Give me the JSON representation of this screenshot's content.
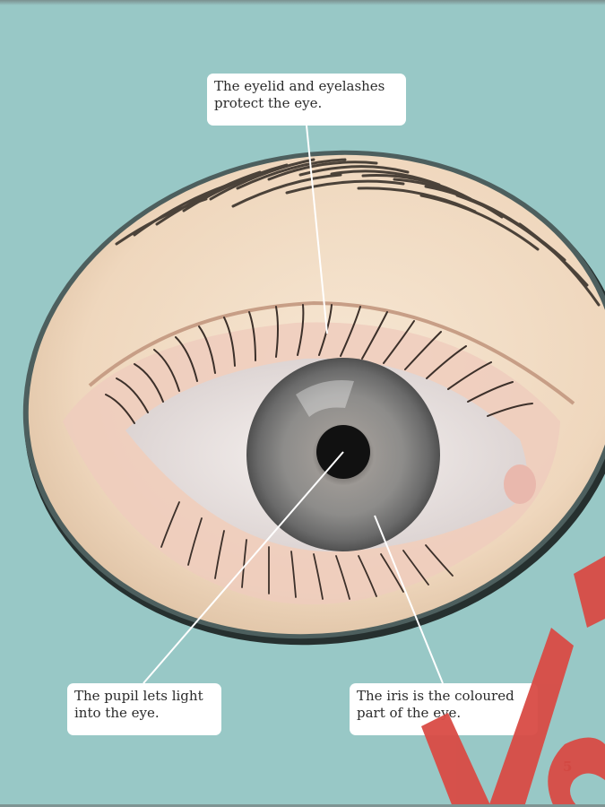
{
  "callouts": {
    "eyelid": {
      "line1": "The eyelid and eyelashes",
      "line2": "protect the eye."
    },
    "pupil": {
      "line1": "The pupil lets light",
      "line2": "into the eye."
    },
    "iris": {
      "line1": "The iris is the coloured",
      "line2": "part of the eye."
    }
  },
  "page_number": "5",
  "watermark": {
    "color": "#d94b45"
  },
  "colors": {
    "background": "#98c8c6",
    "skin": "#f1dcc5",
    "frame": "#2f3d3c",
    "iris": "#8a8a8a",
    "pupil": "#111111",
    "callout_line": "#ffffff",
    "page_number": "#5a1010"
  }
}
